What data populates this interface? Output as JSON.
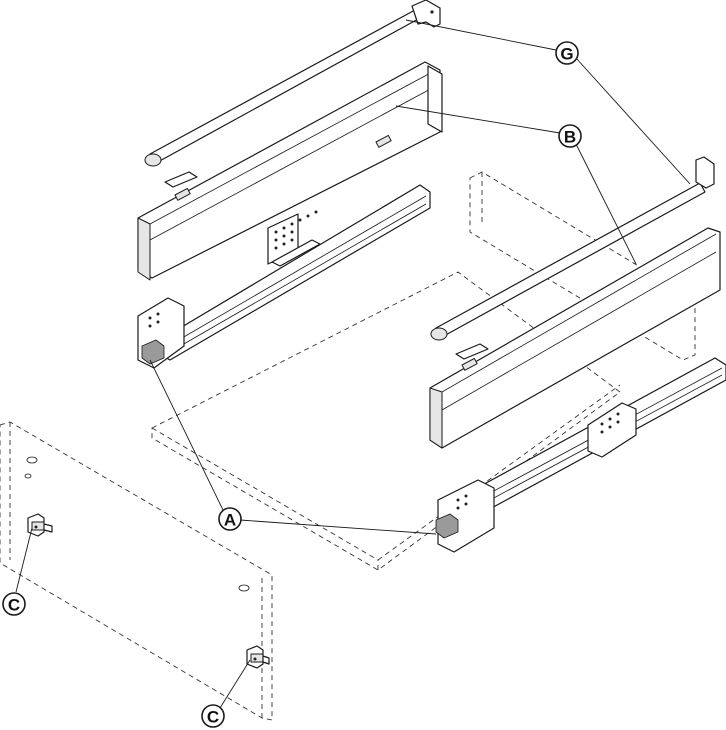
{
  "callouts": {
    "rail_label": "G",
    "sidewall_label": "B",
    "runner_label": "A",
    "front_fixing_label": "C"
  }
}
